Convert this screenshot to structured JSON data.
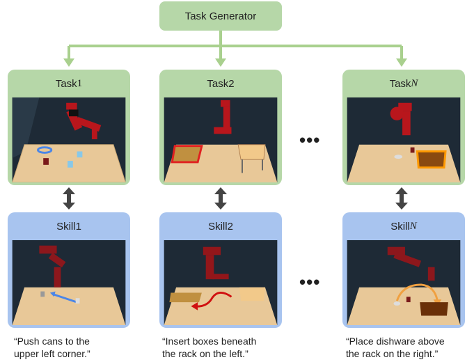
{
  "generator": {
    "label": "Task Generator"
  },
  "tasks": [
    {
      "label": "Task ",
      "index": "1"
    },
    {
      "label": "Task ",
      "index": "2"
    },
    {
      "label": "Task ",
      "index": "N"
    }
  ],
  "skills": [
    {
      "label": "Skill ",
      "index": "1"
    },
    {
      "label": "Skill ",
      "index": "2"
    },
    {
      "label": "Skill ",
      "index": "N"
    }
  ],
  "captions": [
    {
      "line1": "“Push cans to the",
      "line2": "upper left corner.”"
    },
    {
      "line1": "“Insert boxes beneath",
      "line2": "the rack on the left.”"
    },
    {
      "line1": "“Place dishware above",
      "line2": "the rack on the right.”"
    }
  ],
  "ellipsis": "•••",
  "colors": {
    "task_green": "#b6d7a8",
    "skill_blue": "#a8c4ef",
    "connector_green": "#a9d08e",
    "arrow_gray": "#444444",
    "robot_red": "#b8161c",
    "table_wood": "#e8c898",
    "scene_bg": "#1e2a36"
  }
}
